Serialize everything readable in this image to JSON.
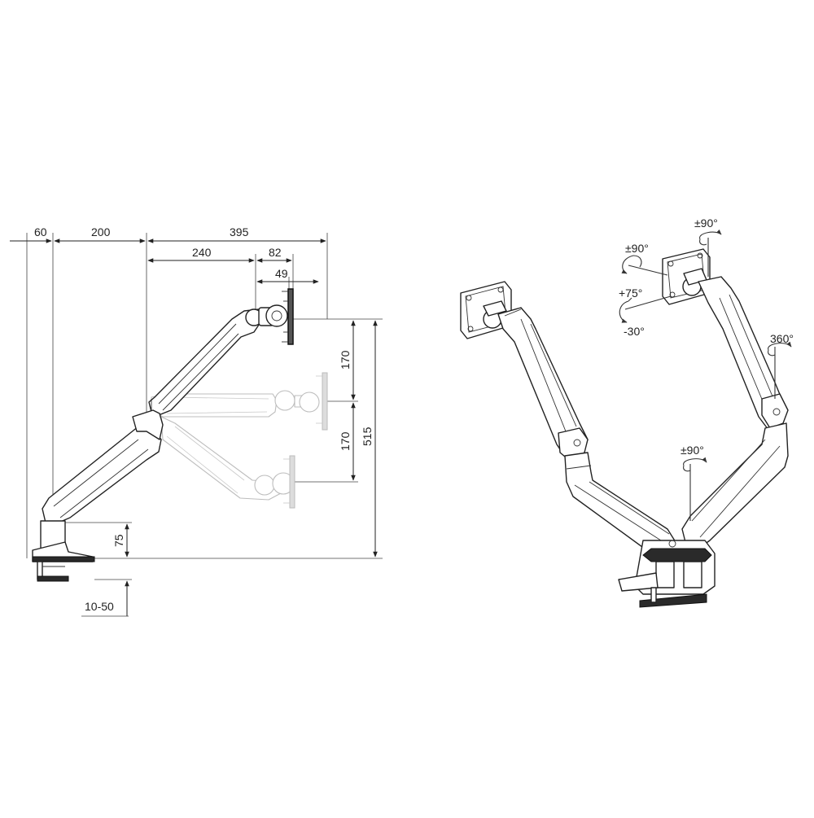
{
  "side_view": {
    "dim_60": "60",
    "dim_200": "200",
    "dim_395": "395",
    "dim_240": "240",
    "dim_82": "82",
    "dim_49": "49",
    "dim_170_upper": "170",
    "dim_170_lower": "170",
    "dim_515": "515",
    "dim_75": "75",
    "dim_10_50": "10-50"
  },
  "perspective_view": {
    "tilt_label": "±90°",
    "swivel_top_label": "±90°",
    "pitch_up_label": "+75°",
    "pitch_down_label": "-30°",
    "rotate_arm_label": "360°",
    "base_swivel_label": "±90°"
  }
}
